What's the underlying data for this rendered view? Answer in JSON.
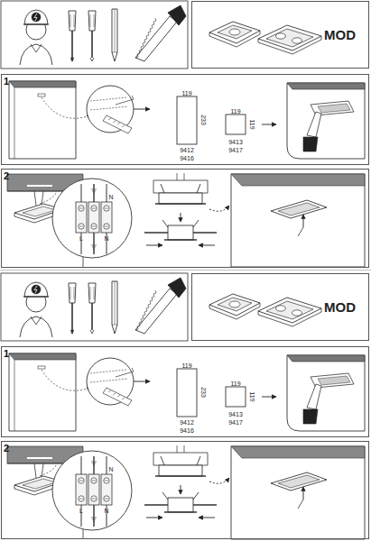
{
  "diagram": {
    "nodes": [
      {
        "text": [
          "MOD"
        ]
      },
      {
        "text": [
          "1"
        ]
      },
      {
        "text": [
          "2"
        ]
      },
      {
        "text": [
          "MOD"
        ]
      },
      {
        "text": [
          "1"
        ]
      },
      {
        "text": [
          "2"
        ]
      }
    ],
    "labels": [
      "119",
      "233",
      "9412",
      "9416",
      "119",
      "119",
      "9413",
      "9417",
      "N",
      "L",
      "N",
      "119",
      "233",
      "9412",
      "9416",
      "119",
      "119",
      "9413",
      "9417",
      "N",
      "L",
      "N"
    ]
  }
}
